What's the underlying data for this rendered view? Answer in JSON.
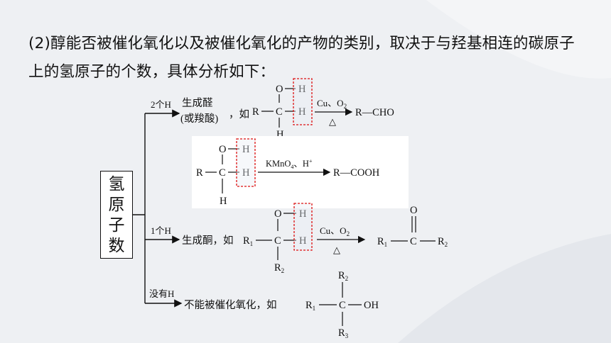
{
  "paragraph": "(2)醇能否被催化氧化以及被催化氧化的产物的类别，取决于与羟基相连的碳原子上的氢原子的个数，具体分析如下：",
  "root_label": [
    "氢",
    "原",
    "子",
    "数"
  ],
  "branch1": {
    "condition": "2个H",
    "result_line1": "生成醛",
    "result_line2": "(或羧酸)",
    "as": "，如",
    "reagent_cu": "Cu、O",
    "reagent_cu_sub": "2",
    "heat": "△",
    "product": "R—CHO"
  },
  "branch1b": {
    "reagent": "KMnO",
    "reagent_sub": "4",
    "reagent_tail": "、H",
    "reagent_sup": "+",
    "product": "R—COOH"
  },
  "branch2": {
    "condition": "1个H",
    "result": "生成酮，如",
    "reagent_cu": "Cu、O",
    "reagent_cu_sub": "2",
    "heat": "△"
  },
  "branch3": {
    "condition": "没有H",
    "result": "不能被催化氧化，如"
  },
  "atoms": {
    "R": "R",
    "C": "C",
    "O": "O",
    "H": "H",
    "OH": "OH",
    "sub1": "1",
    "sub2": "2",
    "sub3": "3"
  }
}
